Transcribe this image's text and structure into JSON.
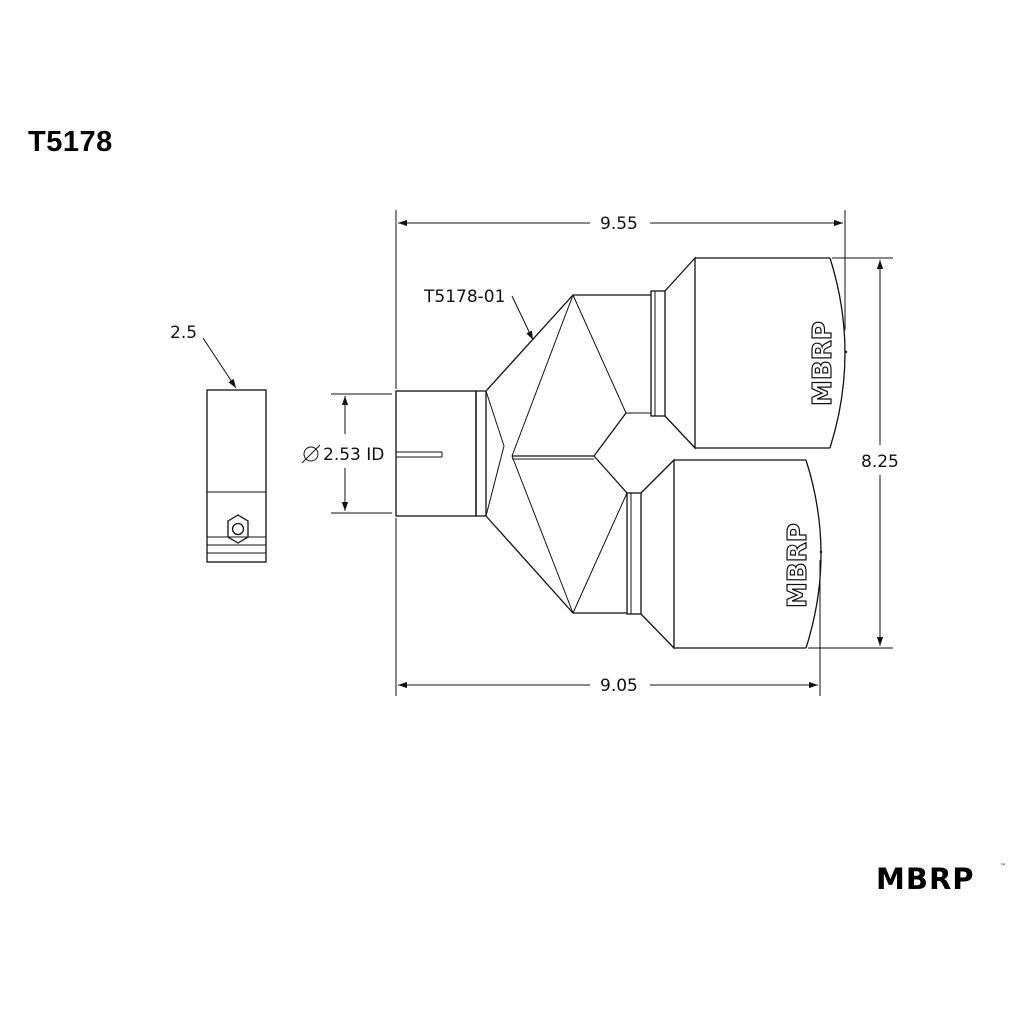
{
  "part_number": "T5178",
  "dimensions": {
    "overall_length": "9.55",
    "lower_length": "9.05",
    "overall_height": "8.25",
    "inlet_id": "2.53 ID",
    "clamp_size": "2.5"
  },
  "callouts": {
    "tip_part": "T5178-01"
  },
  "tip_logo": "MBRP",
  "brand_logo": "MBRP",
  "colors": {
    "line": "#111111",
    "background": "#ffffff"
  }
}
